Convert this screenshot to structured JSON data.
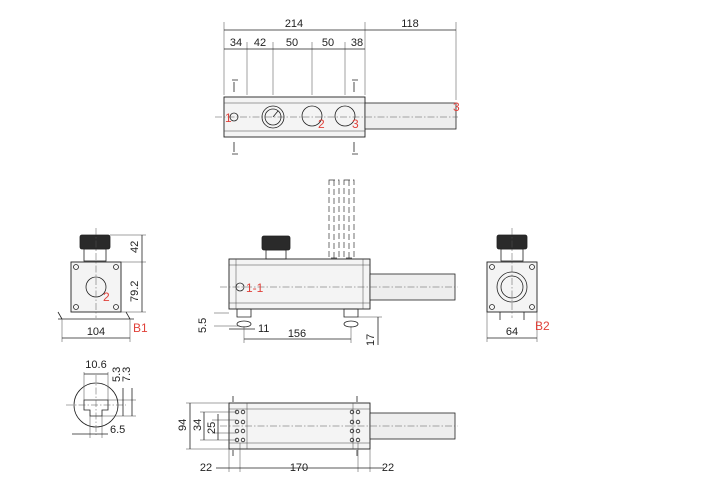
{
  "dimensions": {
    "top_overall": "214",
    "top_rod": "118",
    "top_34": "34",
    "top_42": "42",
    "top_50a": "50",
    "top_50b": "50",
    "top_38": "38",
    "left_42": "42",
    "left_79_2": "79.2",
    "left_104": "104",
    "front_5_5": "5.5",
    "front_11": "11",
    "front_156": "156",
    "front_17": "17",
    "right_64": "64",
    "slot_10_6": "10.6",
    "slot_5_3": "5.3",
    "slot_7_3": "7.3",
    "slot_6_5": "6.5",
    "bottom_94": "94",
    "bottom_34": "34",
    "bottom_25": "25",
    "bottom_22_left": "22",
    "bottom_170": "170",
    "bottom_22_right": "22"
  },
  "labels": {
    "port_1": "1",
    "port_2": "2",
    "port_3": "3",
    "rod_3": "3",
    "section_1_1": "1-1",
    "side_2": "2",
    "view_b1": "B1",
    "view_b2": "B2"
  },
  "colors": {
    "line": "#222222",
    "label_red": "#e0413a",
    "knob": "#2a2a2a"
  }
}
